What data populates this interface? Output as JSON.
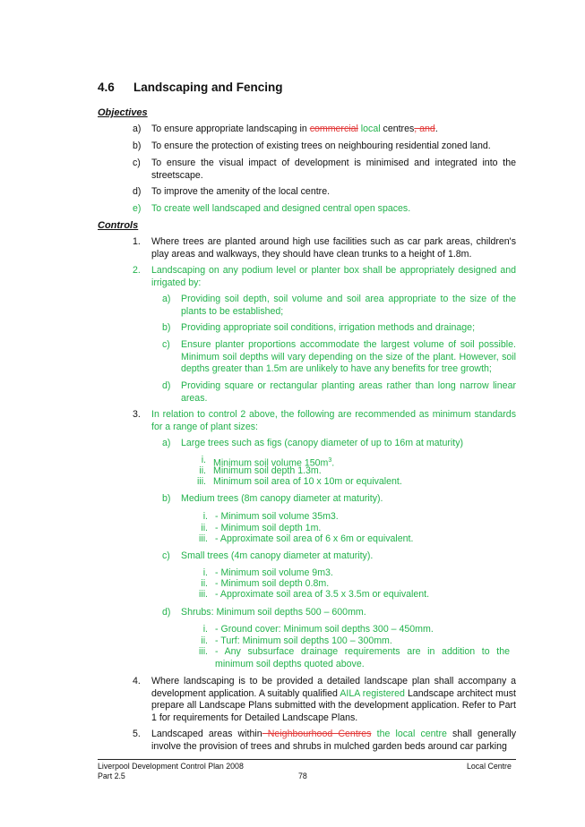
{
  "section": {
    "number": "4.6",
    "title": "Landscaping and Fencing"
  },
  "objectives": {
    "heading": "Objectives",
    "items": [
      {
        "marker": "a)",
        "pre": "To ensure appropriate landscaping in ",
        "del1": "commercial",
        "ins1": " local",
        "mid": " centres",
        "del2": ", and",
        "post": "."
      },
      {
        "marker": "b)",
        "text": "To ensure the protection of existing trees on neighbouring residential zoned land."
      },
      {
        "marker": "c)",
        "text": "To ensure the visual impact of development is minimised and integrated into the streetscape."
      },
      {
        "marker": "d)",
        "text": "To improve the amenity of the local centre."
      },
      {
        "marker": "e)",
        "text": "To create well landscaped and designed central open spaces."
      }
    ]
  },
  "controls": {
    "heading": "Controls",
    "c1": {
      "marker": "1.",
      "text": "Where trees are planted around high use facilities such as car park areas, children's play areas and walkways, they should have clean trunks to a height of 1.8m."
    },
    "c2": {
      "marker": "2.",
      "text": "Landscaping on any podium level or planter box shall be appropriately designed and irrigated by:",
      "subs": [
        {
          "marker": "a)",
          "text": "Providing soil depth, soil volume and soil area appropriate to the size of the plants to be established;"
        },
        {
          "marker": "b)",
          "text": "Providing appropriate soil conditions, irrigation methods and drainage;"
        },
        {
          "marker": "c)",
          "text": "Ensure planter proportions accommodate the largest volume of soil possible. Minimum soil depths will vary depending on the size of the plant.  However, soil depths greater than 1.5m are unlikely to have any benefits for tree growth;"
        },
        {
          "marker": "d)",
          "text": "Providing square or rectangular planting areas rather than long narrow linear areas."
        }
      ]
    },
    "c3": {
      "marker": "3.",
      "text": "In relation to control 2 above, the following are recommended as minimum standards for a range of plant sizes:",
      "a": {
        "marker": "a)",
        "text": "Large trees such as figs (canopy diameter of up to 16m at maturity)",
        "items": [
          {
            "marker": "i.",
            "text": "Minimum soil volume 150m",
            "sup": "3",
            "tail": "."
          },
          {
            "marker": "ii.",
            "text": "Minimum soil depth 1.3m."
          },
          {
            "marker": "iii.",
            "text": "Minimum soil area of 10 x 10m or equivalent."
          }
        ]
      },
      "b": {
        "marker": "b)",
        "text": "Medium trees (8m canopy diameter at maturity).",
        "items": [
          {
            "marker": "i.",
            "text": "- Minimum soil volume 35m3."
          },
          {
            "marker": "ii.",
            "text": "- Minimum soil depth 1m."
          },
          {
            "marker": "iii.",
            "text": "- Approximate soil area of 6 x 6m or equivalent."
          }
        ]
      },
      "c": {
        "marker": "c)",
        "text": "Small trees (4m canopy diameter at maturity).",
        "items": [
          {
            "marker": "i.",
            "text": "- Minimum soil volume 9m3."
          },
          {
            "marker": "ii.",
            "text": "- Minimum soil depth 0.8m."
          },
          {
            "marker": "iii.",
            "text": "- Approximate soil area of 3.5 x 3.5m or equivalent."
          }
        ]
      },
      "d": {
        "marker": "d)",
        "text": "Shrubs: Minimum soil depths 500 – 600mm.",
        "items": [
          {
            "marker": "i.",
            "text": "- Ground cover: Minimum soil depths 300 – 450mm."
          },
          {
            "marker": "ii.",
            "text": "- Turf: Minimum soil depths 100 – 300mm."
          },
          {
            "marker": "iii.",
            "text": "- Any subsurface drainage requirements are in addition to the minimum soil depths quoted above."
          }
        ]
      }
    },
    "c4": {
      "marker": "4.",
      "pre": "Where landscaping is to be provided a detailed landscape plan shall accompany a development application.  A suitably qualified ",
      "ins": "AILA registered",
      "post": " Landscape architect must prepare all Landscape Plans submitted with the development application.  Refer to Part 1 for requirements for Detailed Landscape Plans."
    },
    "c5": {
      "marker": "5.",
      "pre": "Landscaped areas within",
      "del": " Neighbourhood Centres",
      "ins": " the local centre",
      "post": " shall generally involve the provision of trees and shrubs in mulched garden beds around car parking"
    }
  },
  "footer": {
    "left1": "Liverpool Development Control Plan 2008",
    "left2": "Part 2.5",
    "page": "78",
    "right": "Local Centre"
  },
  "colors": {
    "insert": "#22b24c",
    "delete": "#e23a3a"
  }
}
